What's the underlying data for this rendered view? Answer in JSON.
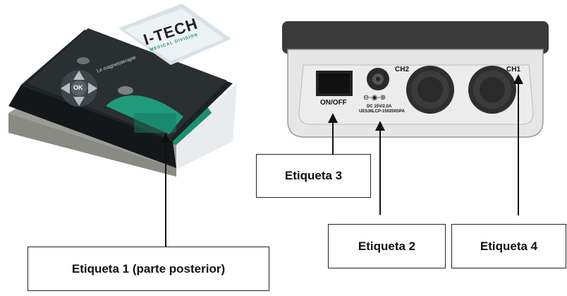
{
  "device": {
    "brand_logo": "I-TECH",
    "brand_sub": "MEDICAL DIVISION",
    "model": "Le magnetoterapie",
    "ok_label": "OK"
  },
  "back_panel": {
    "switch_label": "ON/OFF",
    "power_spec_line1": "DC 15V/2.0A",
    "power_spec_line2": "UES36LCP-150200SPA",
    "ch2_label": "CH2",
    "ch1_label": "CH1"
  },
  "labels": {
    "label1": "Etiqueta 1 (parte posterior)",
    "label2": "Etiqueta 2",
    "label3": "Etiqueta 3",
    "label4": "Etiqueta 4"
  }
}
